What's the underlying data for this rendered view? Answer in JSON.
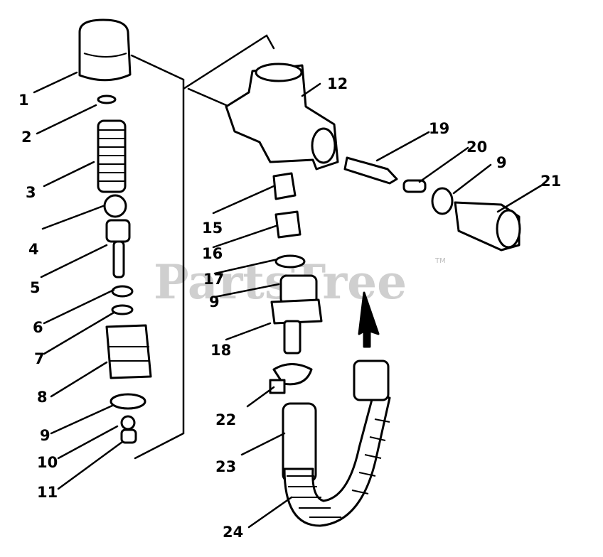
{
  "watermark": {
    "text": "PartsTree",
    "mark": "TM"
  },
  "callouts": {
    "c1": "1",
    "c2": "2",
    "c3": "3",
    "c4": "4",
    "c5": "5",
    "c6": "6",
    "c7": "7",
    "c8": "8",
    "c9a": "9",
    "c10": "10",
    "c11": "11",
    "c12": "12",
    "c15": "15",
    "c16": "16",
    "c17": "17",
    "c9b": "9",
    "c18": "18",
    "c19": "19",
    "c20": "20",
    "c9c": "9",
    "c21": "21",
    "c22": "22",
    "c23": "23",
    "c24": "24"
  }
}
